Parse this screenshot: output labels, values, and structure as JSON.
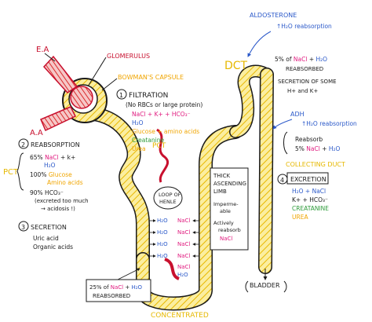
{
  "colors": {
    "tubule_fill": "#fbeea0",
    "tubule_hatch": "#e8b800",
    "vessel": "#e33a3a",
    "ink": "#1a1a1a",
    "red": "#c8102e",
    "pink": "#e0197e",
    "green": "#2e9b3a",
    "blue": "#2a58c9",
    "orange": "#f0a500"
  },
  "vessels": {
    "efferent": "E.A",
    "afferent": "A.A"
  },
  "glomerulus": {
    "label": "GLOMERULUS",
    "capsule_label": "BOWMAN'S CAPSULE"
  },
  "filtration": {
    "num": "1",
    "title": "FILTRATION",
    "note_1": "(No RBCs or large protein)",
    "ions": "NaCl + K+ + HCO3-",
    "water": "H2O",
    "glucose": "Glucose + amino acids",
    "creatinine": "Creatanine",
    "urea": "Urea"
  },
  "reabsorption": {
    "num": "2",
    "title": "REABSORPTION",
    "line_1a": "65% ",
    "line_1b": "NaCl",
    "line_1c": " + k+",
    "line_2": "H2O",
    "line_3a": "100% ",
    "line_3b": "Glucose",
    "line_4": "Amino acids",
    "line_5": "90% HCO3-",
    "line_6": "(excreted too much",
    "line_7": "→ acidosis !)"
  },
  "secretion": {
    "num": "3",
    "title": "SECRETION",
    "line_1": "Uric acid",
    "line_2": "Organic acids"
  },
  "pct": {
    "left_label": "PCT",
    "tube_label": "PCT"
  },
  "loop": {
    "label_1": "LOOP OF",
    "label_2": "HENLE",
    "h2o": [
      "H2O",
      "H2O",
      "H2O",
      "H2O",
      "H2O"
    ],
    "nacl": [
      "NaCl",
      "NaCl",
      "NaCl",
      "NaCl",
      "NaCl"
    ],
    "summary_1a": "25% of ",
    "summary_1b": "NaCl",
    "summary_1c": " + ",
    "summary_1d": "H2O",
    "summary_2": "REABSORBED"
  },
  "ascending": {
    "title_1": "THICK",
    "title_2": "ASCENDING",
    "title_3": "LIMB",
    "item_1": "Imperme-",
    "item_1b": "able",
    "item_2": "Actively",
    "item_2b": "reabsorb",
    "item_2c": "NaCl"
  },
  "concentrated": "CONCENTRATED",
  "dct": {
    "label": "DCT",
    "aldosterone": "ALDOSTERONE",
    "aldo_effect": "↑H2O reabsorption",
    "line_1a": "5% of ",
    "line_1b": "NaCl",
    "line_1c": " + ",
    "line_1d": "H2O",
    "line_2": "REABSORBED",
    "line_3": "SECRETION OF SOME",
    "line_4": "H+ and K+"
  },
  "adh": {
    "label": "ADH",
    "effect": "↑H2O reabsorption"
  },
  "collecting": {
    "line_1": "Reabsorb",
    "line_2a": "5% ",
    "line_2b": "NaCl",
    "line_2c": " + ",
    "line_2d": "H2O",
    "label": "COLLECTING DUCT"
  },
  "excretion": {
    "num": "4",
    "title": "EXCRETION",
    "line_1": "H2O + NaCl",
    "line_2": "K+ + HCO3-",
    "line_3": "CREATANINE",
    "line_4": "UREA"
  },
  "bladder": "BLADDER"
}
